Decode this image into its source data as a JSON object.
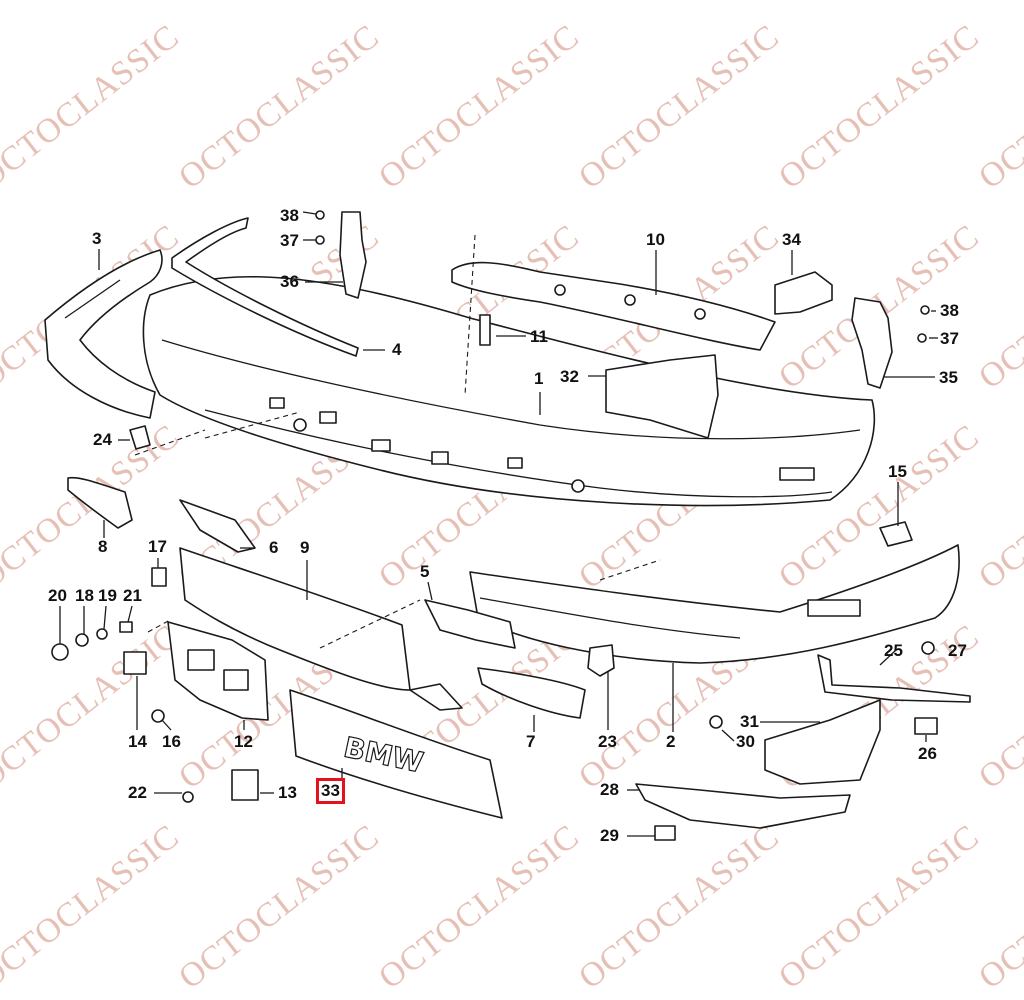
{
  "diagram": {
    "highlight_color": "#e3121b",
    "watermark": "OCTOCLASSIC",
    "logo_text": "BMW",
    "highlighted_part": "33",
    "callouts": {
      "c1": "1",
      "c2": "2",
      "c3": "3",
      "c4": "4",
      "c5": "5",
      "c6": "6",
      "c7": "7",
      "c8": "8",
      "c9": "9",
      "c10": "10",
      "c11": "11",
      "c12": "12",
      "c13": "13",
      "c14": "14",
      "c15": "15",
      "c16": "16",
      "c17": "17",
      "c18": "18",
      "c19": "19",
      "c20": "20",
      "c21": "21",
      "c22": "22",
      "c23": "23",
      "c24": "24",
      "c25": "25",
      "c26": "26",
      "c27": "27",
      "c28": "28",
      "c29": "29",
      "c30": "30",
      "c31": "31",
      "c32": "32",
      "c33": "33",
      "c34": "34",
      "c35": "35",
      "c36": "36",
      "c37_left": "37",
      "c37_right": "37",
      "c38_left": "38",
      "c38_right": "38"
    }
  }
}
